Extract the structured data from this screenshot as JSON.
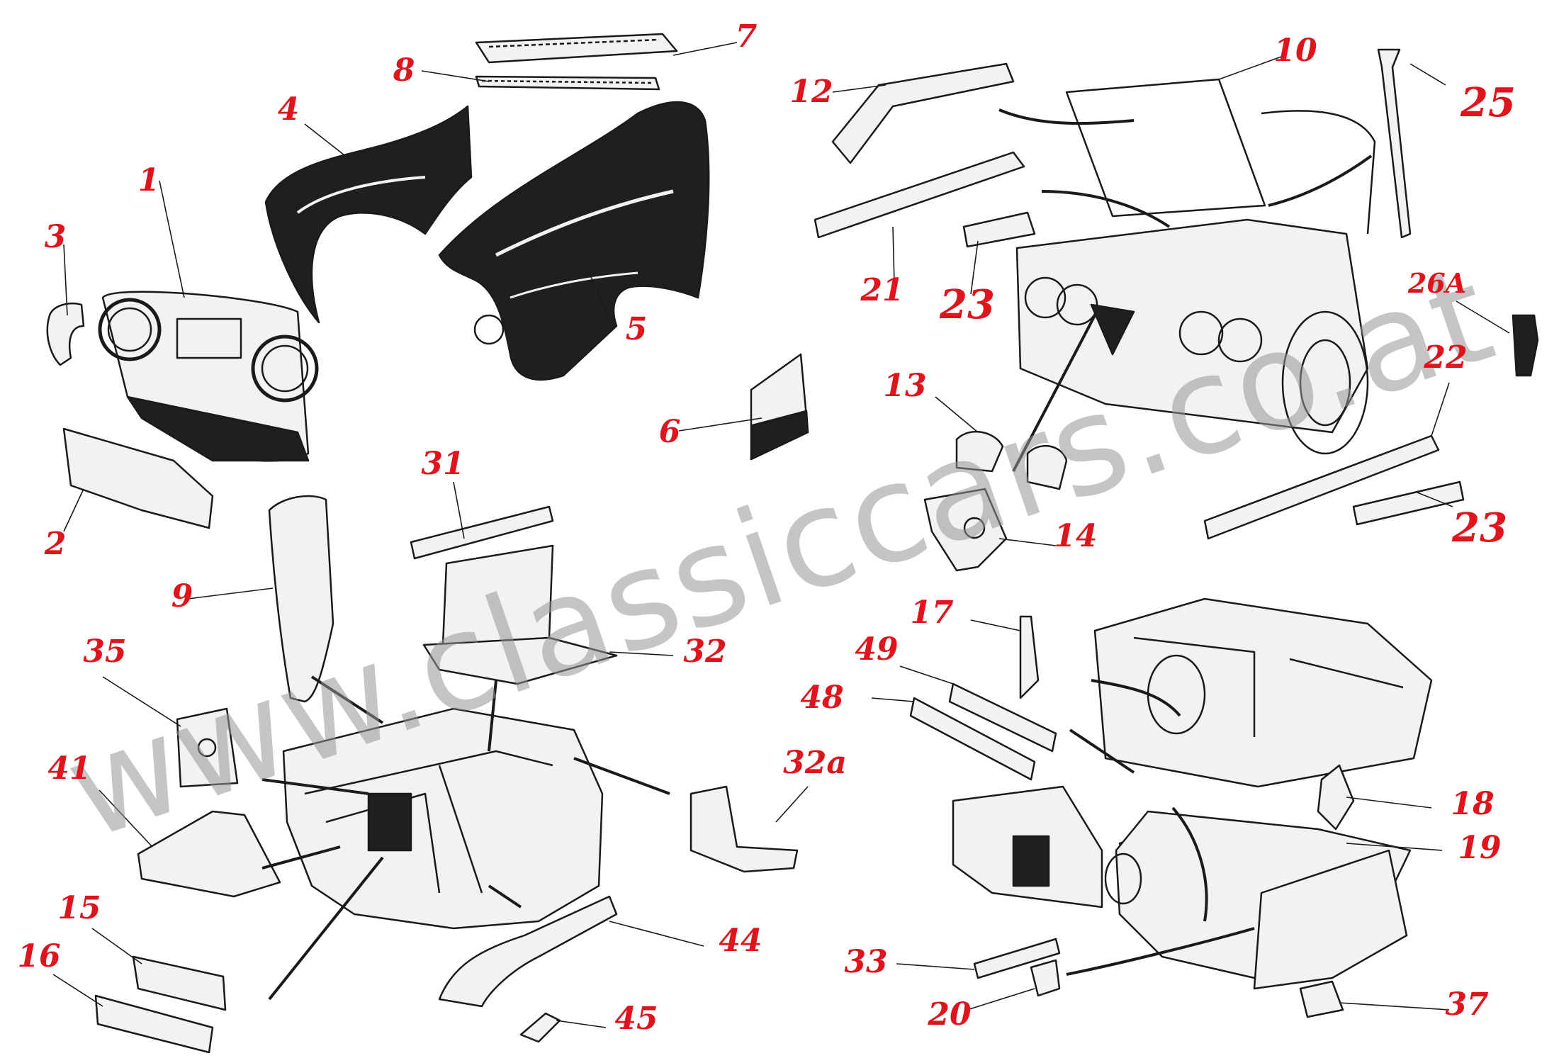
{
  "colors": {
    "label": "#e0141c",
    "line": "#1a1a1a",
    "part_dark": "#1f1f1f",
    "part_light": "#f2f2f2",
    "watermark": "#9a9a9a"
  },
  "watermark": "www.classiccars.co.at",
  "labels": {
    "l1": "1",
    "l2": "2",
    "l3": "3",
    "l4": "4",
    "l5": "5",
    "l6": "6",
    "l7": "7",
    "l8": "8",
    "l9": "9",
    "l10": "10",
    "l12": "12",
    "l13": "13",
    "l14": "14",
    "l15": "15",
    "l16": "16",
    "l17": "17",
    "l18": "18",
    "l19": "19",
    "l20": "20",
    "l21": "21",
    "l22": "22",
    "l23a": "23",
    "l23b": "23",
    "l25": "25",
    "l26a": "26A",
    "l31": "31",
    "l32": "32",
    "l32a": "32a",
    "l33": "33",
    "l35": "35",
    "l37": "37",
    "l41": "41",
    "l44": "44",
    "l45": "45",
    "l48": "48",
    "l49": "49"
  }
}
